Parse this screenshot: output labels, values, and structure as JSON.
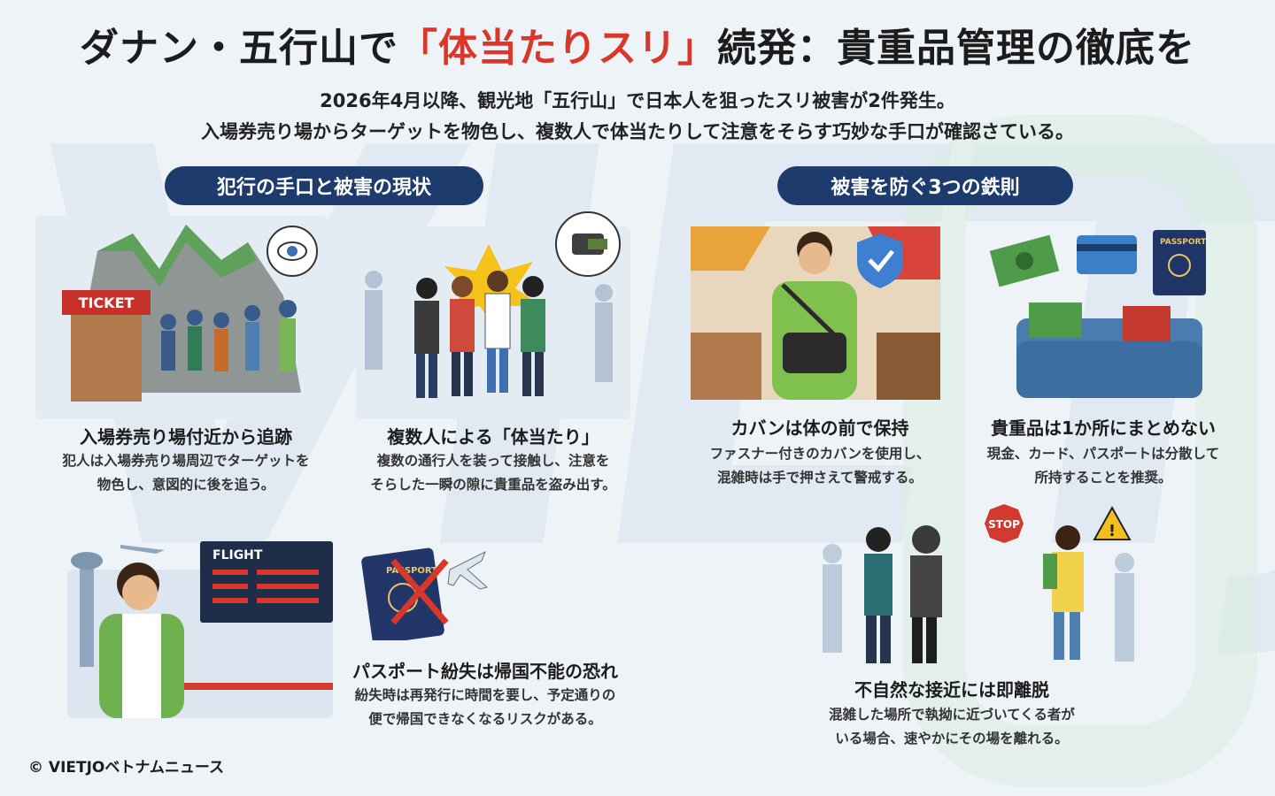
{
  "watermark": "VIETJO",
  "title": {
    "before": "ダナン・五行山で",
    "highlight": "「体当たりスリ」",
    "after": "続発：貴重品管理の徹底を"
  },
  "subtitle": {
    "line1": "2026年4月以降、観光地「五行山」で日本人を狙ったスリ被害が2件発生。",
    "line2": "入場券売り場からターゲットを物色し、複数人で体当たりして注意をそらす巧妙な手口が確認さている。"
  },
  "sections": {
    "left": "犯行の手口と被害の現状",
    "right": "被害を防ぐ3つの鉄則"
  },
  "cards": {
    "tracking": {
      "heading": "入場券売り場付近から追跡",
      "line1": "犯人は入場券売り場周辺でターゲットを",
      "line2": "物色し、意図的に後を追う。",
      "sign": "TICKET"
    },
    "bump": {
      "heading": "複数人による「体当たり」",
      "line1": "複数の通行人を装って接触し、注意を",
      "line2": "そらした一瞬の隙に貴重品を盗み出す。"
    },
    "passport_loss": {
      "heading": "パスポート紛失は帰国不能の恐れ",
      "line1": "紛失時は再発行に時間を要し、予定通りの",
      "line2": "便で帰国できなくなるリスクがある。",
      "board": "FLIGHT",
      "passport_label": "PASSPORT"
    },
    "bag_front": {
      "heading": "カバンは体の前で保持",
      "line1": "ファスナー付きのカバンを使用し、",
      "line2": "混雑時は手で押さえて警戒する。"
    },
    "split_valuables": {
      "heading": "貴重品は1か所にまとめない",
      "line1": "現金、カード、パスポートは分散して",
      "line2": "所持することを推奨。",
      "passport_label": "PASSPORT"
    },
    "leave": {
      "heading": "不自然な接近には即離脱",
      "line1": "混雑した場所で執拗に近づいてくる者が",
      "line2": "いる場合、速やかにその場を離れる。",
      "stop": "STOP"
    }
  },
  "copyright": "© VIETJOベトナムニュース",
  "colors": {
    "accent_red": "#d8372a",
    "navy": "#1d3b6c",
    "background": "#eef3f8"
  }
}
